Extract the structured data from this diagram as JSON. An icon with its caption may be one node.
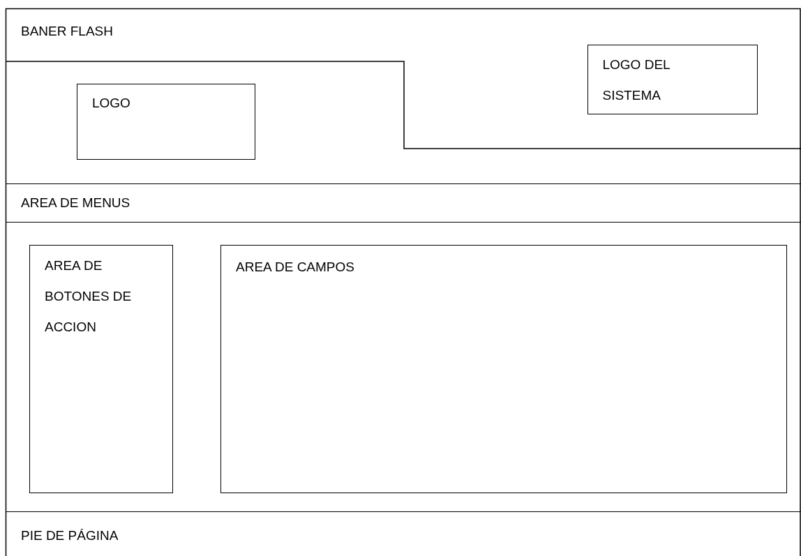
{
  "diagram": {
    "nodes": [
      {
        "text": [
          "BANER FLASH"
        ]
      },
      {
        "text": [
          "LOGO DEL SISTEMA"
        ],
        "in": 0
      },
      {
        "text": [
          "LOGO"
        ]
      },
      {
        "text": [
          "AREA DE MENUS"
        ]
      },
      {
        "text": [
          "AREA DE BOTONES DE ACCION"
        ]
      },
      {
        "text": [
          "AREA DE CAMPOS"
        ]
      },
      {
        "text": [
          "PIE DE PÁGINA"
        ]
      }
    ],
    "edges": []
  }
}
